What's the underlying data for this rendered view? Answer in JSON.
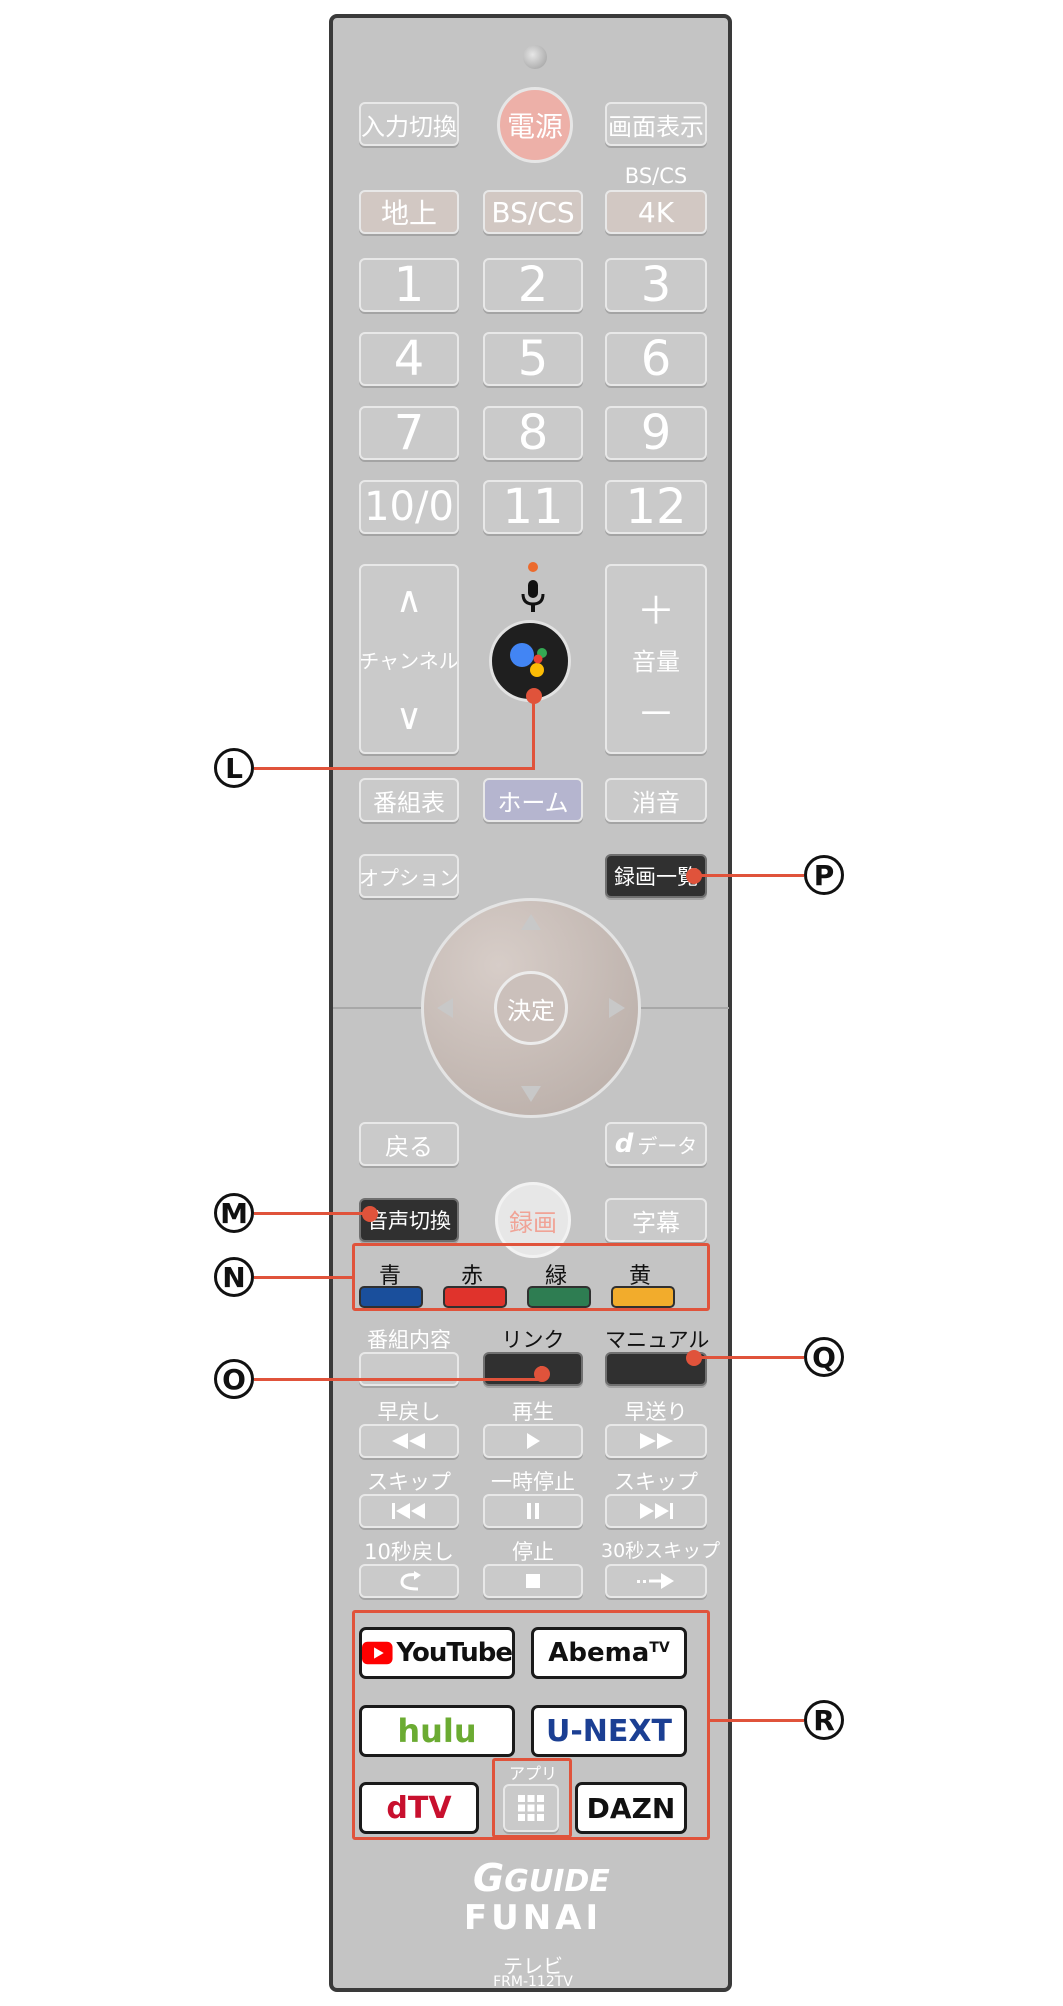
{
  "remote": {
    "top": {
      "input": "入力切換",
      "power": "電源",
      "display": "画面表示"
    },
    "band": {
      "terrestrial": "地上",
      "bscs": "BS/CS",
      "bscs4k_top": "BS/CS",
      "bscs4k": "4K"
    },
    "numbers": [
      "1",
      "2",
      "3",
      "4",
      "5",
      "6",
      "7",
      "8",
      "9",
      "10/0",
      "11",
      "12"
    ],
    "channel": {
      "up": "∧",
      "label": "チャンネル",
      "down": "∨"
    },
    "volume": {
      "up": "＋",
      "label": "音量",
      "down": "－"
    },
    "guide": "番組表",
    "home": "ホーム",
    "mute": "消音",
    "option": "オプション",
    "recorded_list": "録画一覧",
    "ok": "決定",
    "back": "戻る",
    "ddata": "データ",
    "ddata_mark": "d",
    "audio": "音声切換",
    "record": "録画",
    "subtitle": "字幕",
    "colors": {
      "blue": "青",
      "red": "赤",
      "green": "緑",
      "yellow": "黄"
    },
    "color_hex": {
      "blue": "#1a4f9c",
      "red": "#e0332c",
      "green": "#2e7d52",
      "yellow": "#f2ac2c"
    },
    "program_info": "番組内容",
    "link": "リンク",
    "manual": "マニュアル",
    "rewind": "早戻し",
    "play": "再生",
    "ff": "早送り",
    "skip_back": "スキップ",
    "pause": "一時停止",
    "skip_fwd": "スキップ",
    "back10": "10秒戻し",
    "stop": "停止",
    "skip30": "30秒スキップ",
    "services": {
      "youtube": "YouTube",
      "abema": "Abema",
      "abema_tv": "TV",
      "hulu": "hulu",
      "unext": "U-NEXT",
      "dtv": "dTV",
      "apps": "アプリ",
      "dazn": "DAZN"
    },
    "gguide": "GUIDE",
    "brand": "FUNAI",
    "product": "テレビ",
    "model": "FRM-112TV"
  },
  "callouts": [
    "L",
    "P",
    "M",
    "N",
    "O",
    "Q",
    "R"
  ],
  "accent": "#e0533b"
}
